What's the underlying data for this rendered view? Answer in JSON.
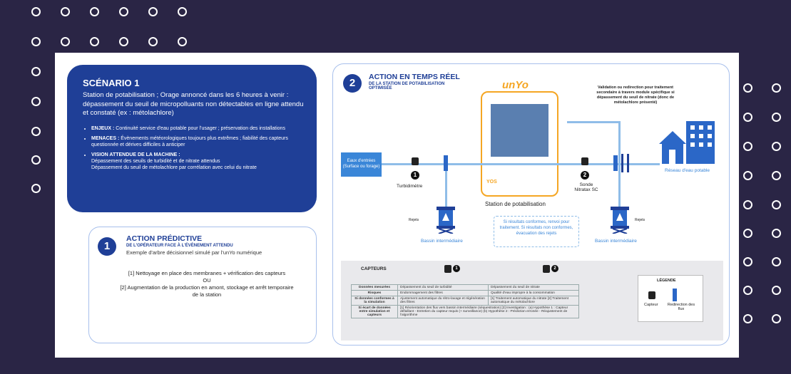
{
  "scenario": {
    "title": "SCÉNARIO 1",
    "description": "Station de potabilisation ; Orage annoncé dans les 6 heures à venir : dépassement du seuil de micropolluants non détectables en ligne attendu et constaté (ex : métolachlore)",
    "enjeux_label": "ENJEUX :",
    "enjeux_text": "Continuité service d'eau potable pour l'usager ; préservation des installations",
    "menaces_label": "MENACES :",
    "menaces_text": "Évènements météorologiques toujours plus extrêmes ; fiabilité des capteurs questionnée et dérives difficiles à anticiper",
    "vision_label": "VISION ATTENDUE DE LA MACHINE :",
    "vision_line1": "Dépassement des seuils de turbidité et de nitrate attendus",
    "vision_line2": "Dépassement du seuil de métolachlore par corrélation avec celui du nitrate"
  },
  "action1": {
    "number": "1",
    "title": "ACTION PRÉDICTIVE",
    "subtitle": "DE L'OPÉRATEUR FACE À L'ÉVÈNEMENT ATTENDU",
    "example": "Exemple d'arbre décisionnel simulé par l'unYo numérique",
    "step1": "[1] Nettoyage en place des membranes + vérification des capteurs",
    "or": "OU",
    "step2": "[2] Augmentation de la production en amont, stockage et arrêt temporaire de la station"
  },
  "action2": {
    "number": "2",
    "title": "ACTION EN TEMPS RÉEL",
    "subtitle": "DE LA STATION DE POTABILISATION OPTIMISÉE",
    "brand": "unYo",
    "validation_text": "Validation ou redirection pour traitement secondaire à travers module spécifique si dépassement du seuil de nitrate (donc de métolachlore présenté)",
    "eau_entree": "Eaux d'entrées (Surface ou forage)",
    "turbidimetre": "Turbidimètre",
    "sensor1_num": "1",
    "sensor2_num": "2",
    "sonde": "Sonde Nitratax SC",
    "reseau": "Réseau d'eau potable",
    "station_label": "Station de potabilisation",
    "bassin_left": "Bassin intermédiaire",
    "bassin_right": "Bassin intermédiaire",
    "rejets_left": "Rejets",
    "rejets_right": "Rejets",
    "feedback": "Si résultats conformes, renvoi pour traitement. Si résultats non conformes, évacuation des rejets",
    "station_footer": "YOS"
  },
  "table": {
    "capteurs_label": "CAPTEURS",
    "rows": [
      {
        "head": "Données mesurées",
        "c1": "Dépassement du seuil de turbidité",
        "c2": "Dépassement du seuil de nitrate"
      },
      {
        "head": "Risques",
        "c1": "Endommagement des filtres",
        "c2": "Qualité d'eau impropre à la consommation"
      },
      {
        "head": "Si données conformes à la simulation",
        "c1": "Ajustement automatique du rétro-lavage et régénération des filtres",
        "c2": "[1] Traitement automatique du nitrate [2] Traitement automatique du métolachlore"
      },
      {
        "head": "Si écart de données entre simulation et capteurs",
        "c1": "[1] Réorientation des flux vers bassin intermédiaire (séquestration) [2] Investigation : (a) Hypothèse 1 : Capteur défaillant - Entretien du capteur requis (+ surveillance) (b) Hypothèse 2 : Prédiction erronée - Réajustement de l'algorithme",
        "c2": ""
      }
    ]
  },
  "legend": {
    "title": "LÉGENDE",
    "capteur": "Capteur",
    "redirection": "Redirection des flux"
  },
  "colors": {
    "background": "#2a2545",
    "primary_blue": "#1f3f97",
    "light_blue": "#3a86d8",
    "accent_orange": "#f5a623"
  }
}
